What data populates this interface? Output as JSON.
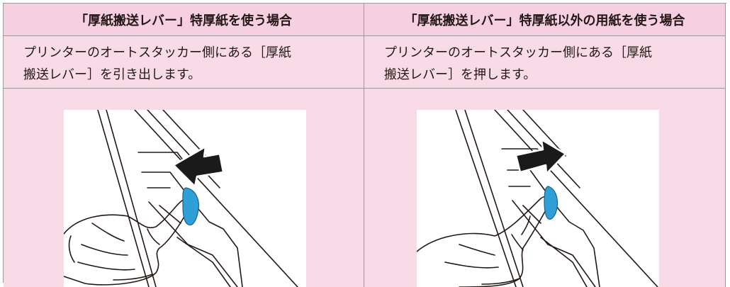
{
  "table": {
    "headers": [
      "「厚紙搬送レバー」特厚紙を使う場合",
      "「厚紙搬送レバー」特厚紙以外の用紙を使う場合"
    ],
    "instructions": [
      {
        "line1": "プリンターのオートスタッカー側にある［厚紙",
        "line2": "搬送レバー］を引き出します。"
      },
      {
        "line1": "プリンターのオートスタッカー側にある［厚紙",
        "line2": "搬送レバー］を押します。"
      }
    ]
  },
  "colors": {
    "header_bg": "#f6cfe0",
    "cell_bg": "#f9dbe7",
    "border": "#9a9a9a",
    "lever_blue": "#2f9fd8",
    "arrow_black": "#1a1a1a"
  },
  "illustrations": [
    {
      "name": "pull-lever-illustration",
      "arrow_direction": "left"
    },
    {
      "name": "push-lever-illustration",
      "arrow_direction": "right"
    }
  ]
}
